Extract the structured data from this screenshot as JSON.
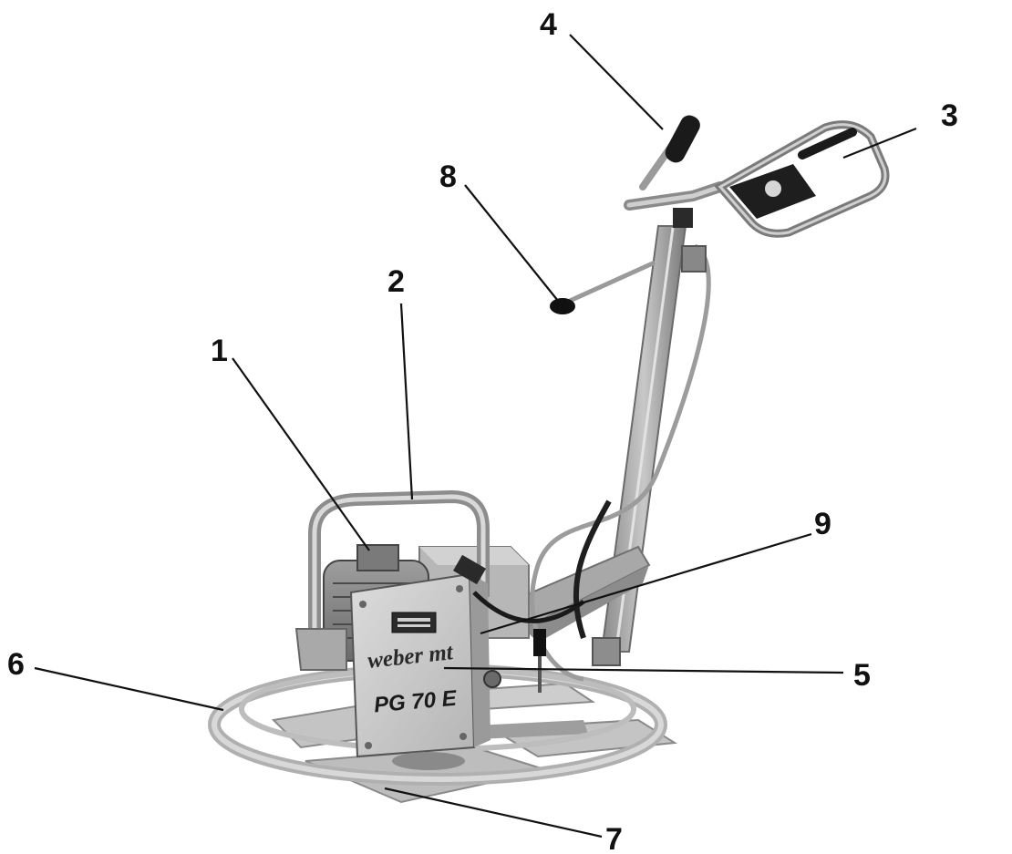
{
  "figure": {
    "machine": {
      "brand_logo": "weber mt",
      "model": "PG 70 E"
    },
    "callouts": [
      {
        "label": "1"
      },
      {
        "label": "2"
      },
      {
        "label": "3"
      },
      {
        "label": "4"
      },
      {
        "label": "5"
      },
      {
        "label": "6"
      },
      {
        "label": "7"
      },
      {
        "label": "8"
      },
      {
        "label": "9"
      }
    ],
    "colors": {
      "metal_light": "#c9c9c9",
      "metal_mid": "#9a9a9a",
      "metal_dark": "#555555",
      "ink": "#111111",
      "grip_black": "#1a1a1a"
    }
  }
}
